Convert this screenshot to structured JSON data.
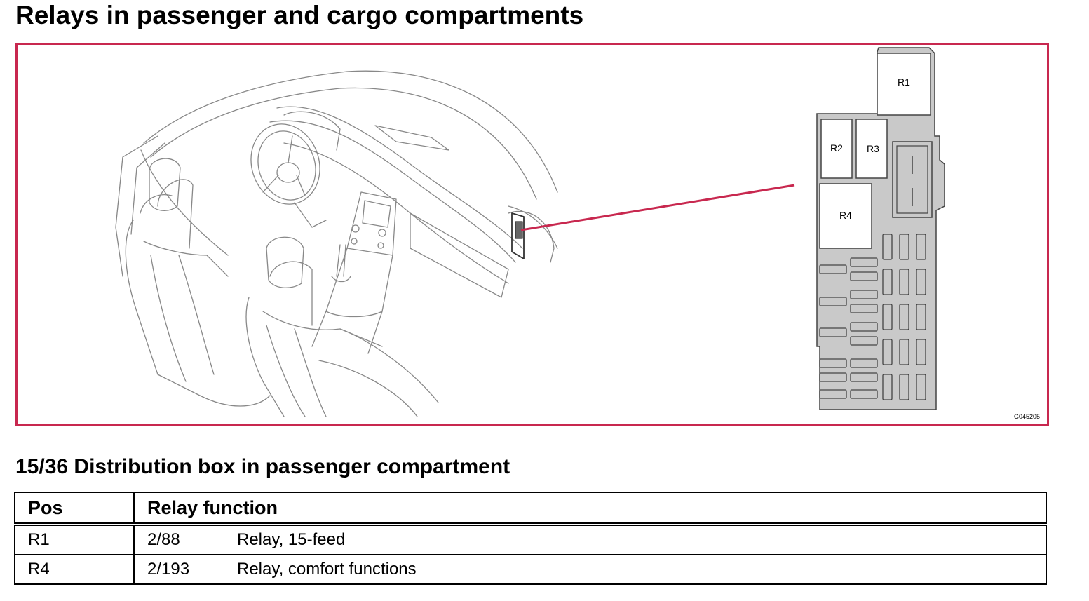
{
  "page": {
    "title": "Relays in passenger and cargo compartments"
  },
  "diagram": {
    "frame_color": "#c8284f",
    "fuse_box_fill": "#c9c9c9",
    "callout_color": "#c8284f",
    "relay_labels": [
      "R1",
      "R2",
      "R3",
      "R4"
    ],
    "image_code": "G045205"
  },
  "section": {
    "title": "15/36 Distribution box in passenger compartment"
  },
  "table": {
    "headers": {
      "pos": "Pos",
      "function": "Relay function"
    },
    "rows": [
      {
        "pos": "R1",
        "code": "2/88",
        "description": "Relay, 15-feed"
      },
      {
        "pos": "R4",
        "code": "2/193",
        "description": "Relay, comfort functions"
      }
    ]
  }
}
